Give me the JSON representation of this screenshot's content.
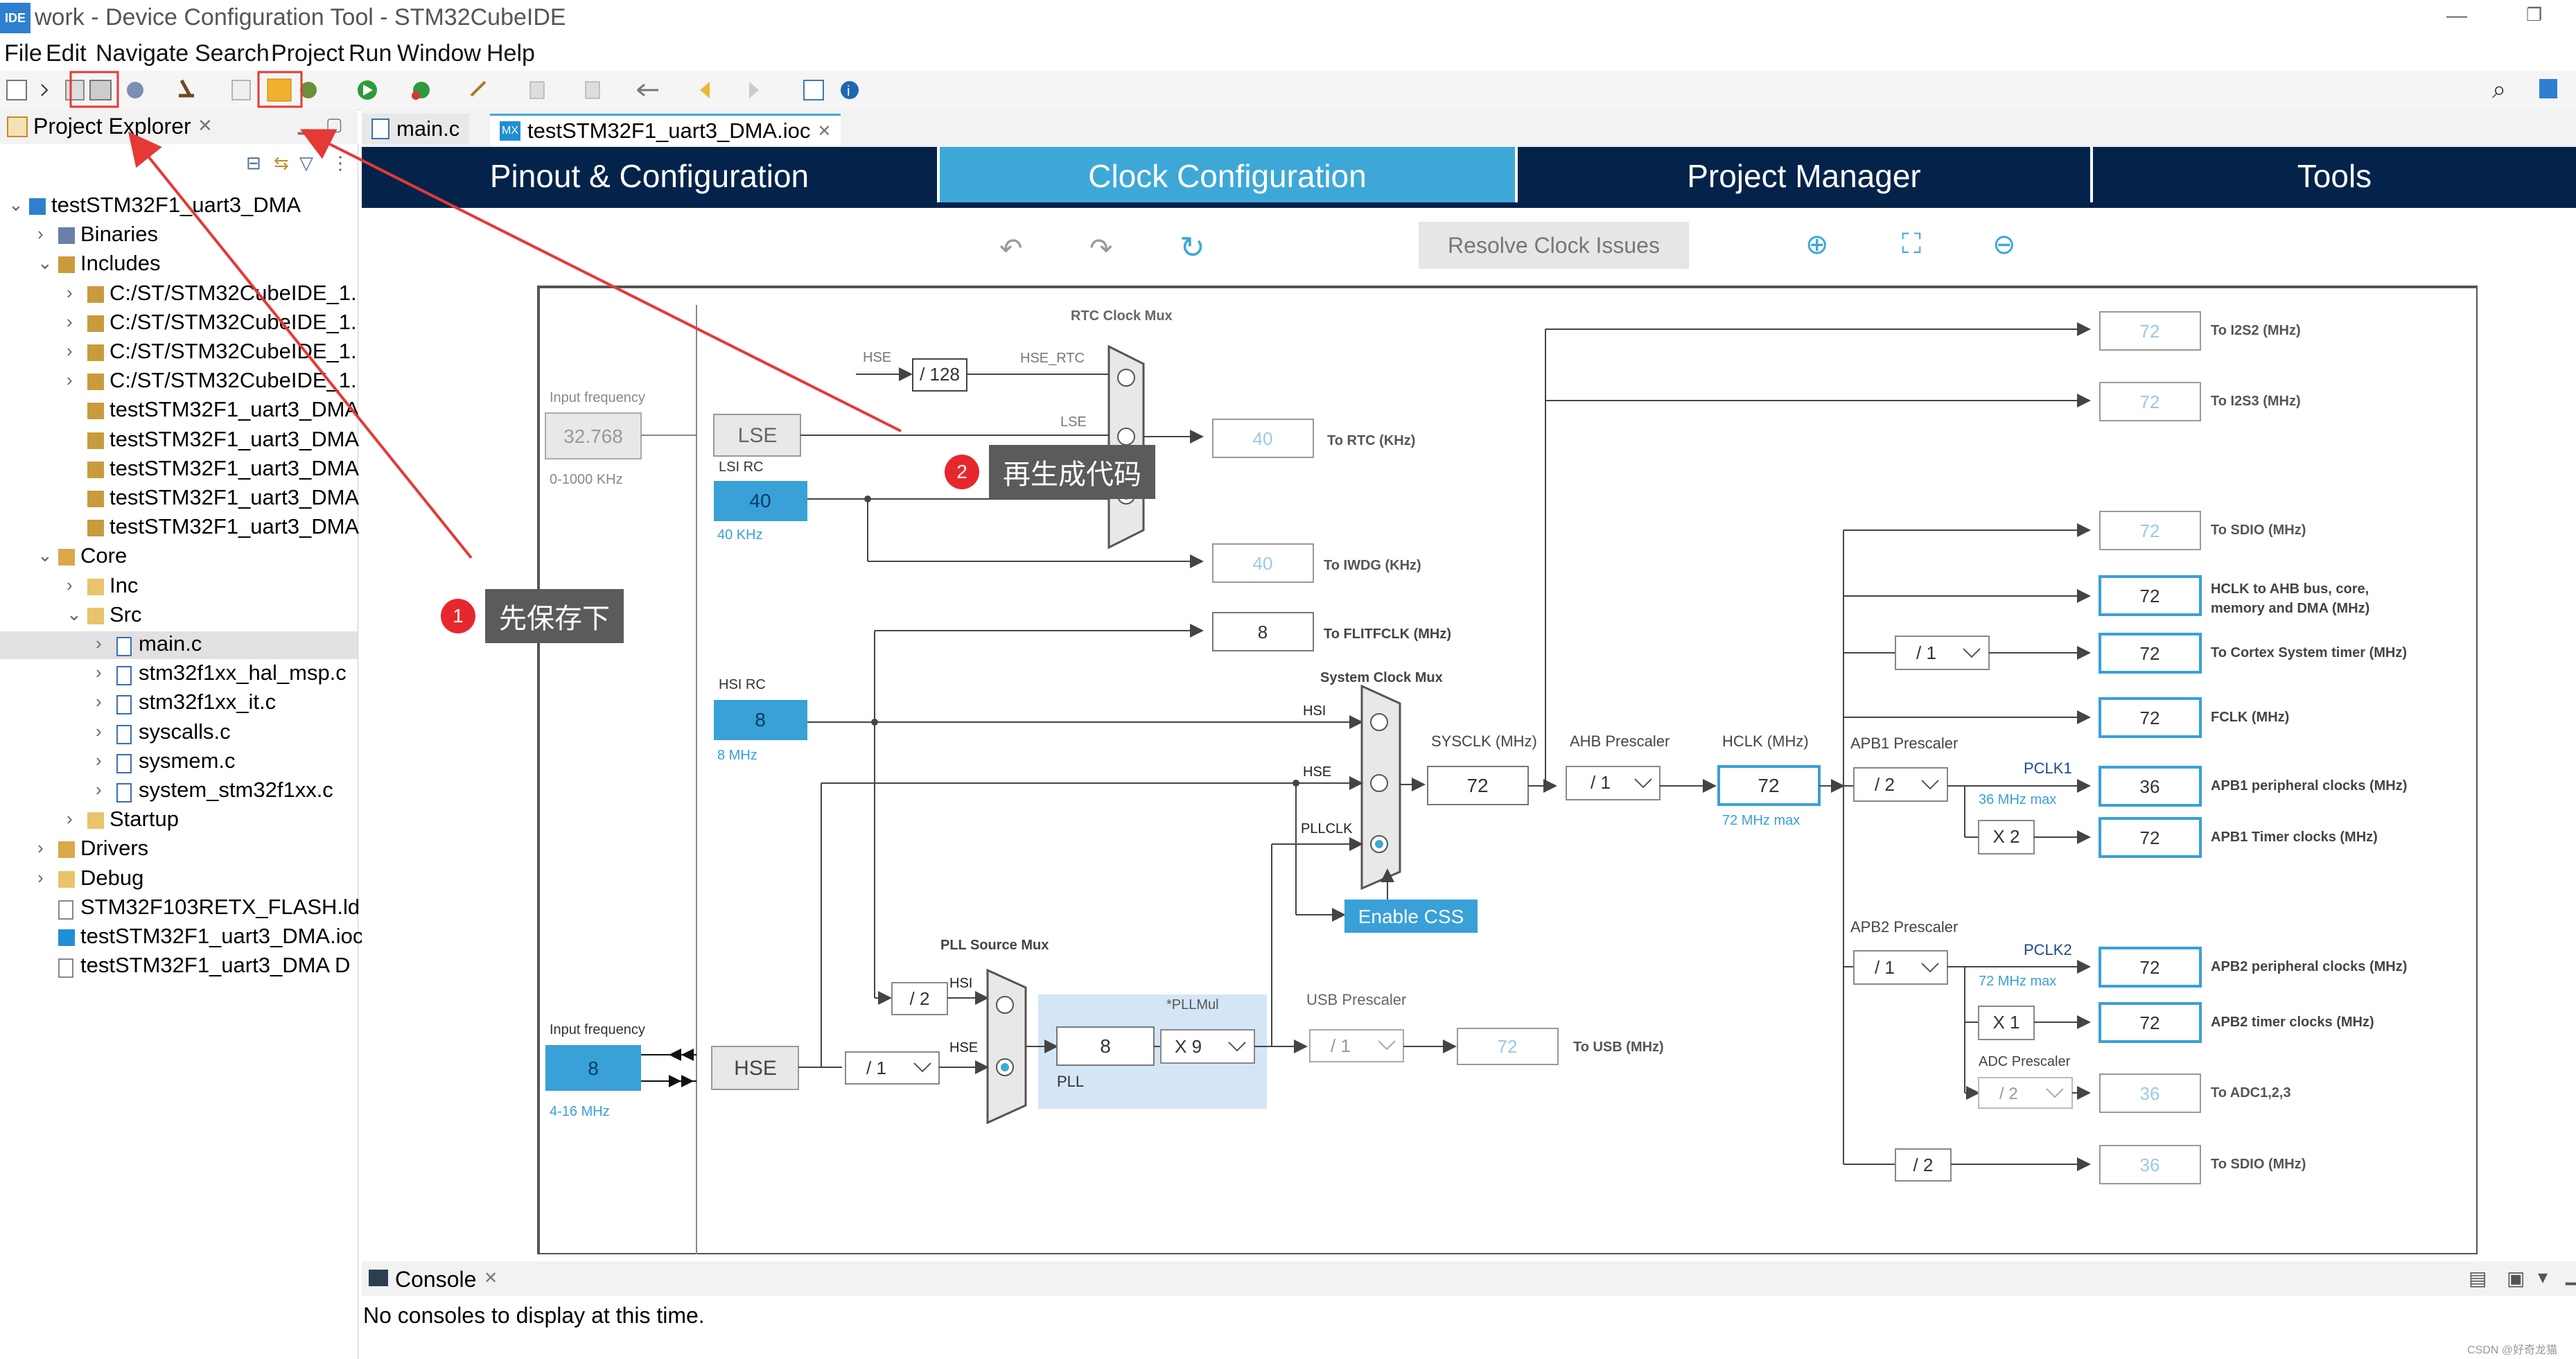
{
  "window": {
    "title": "work - Device Configuration Tool - STM32CubeIDE",
    "app_icon": "IDE"
  },
  "menu": [
    "File",
    "Edit",
    "Navigate",
    "Search",
    "Project",
    "Run",
    "Window",
    "Help"
  ],
  "explorer": {
    "tab_label": "Project Explorer",
    "tree": [
      {
        "label": "testSTM32F1_uart3_DMA",
        "icon": "ide-project-icon"
      },
      {
        "label": "Binaries",
        "icon": "binaries-icon"
      },
      {
        "label": "Includes",
        "icon": "includes-icon"
      },
      {
        "label": "C:/ST/STM32CubeIDE_1.",
        "icon": "include-folder-icon"
      },
      {
        "label": "C:/ST/STM32CubeIDE_1.",
        "icon": "include-folder-icon"
      },
      {
        "label": "C:/ST/STM32CubeIDE_1.",
        "icon": "include-folder-icon"
      },
      {
        "label": "C:/ST/STM32CubeIDE_1.",
        "icon": "include-folder-icon"
      },
      {
        "label": "testSTM32F1_uart3_DMA",
        "icon": "include-folder-icon"
      },
      {
        "label": "testSTM32F1_uart3_DMA",
        "icon": "include-folder-icon"
      },
      {
        "label": "testSTM32F1_uart3_DMA",
        "icon": "include-folder-icon"
      },
      {
        "label": "testSTM32F1_uart3_DMA",
        "icon": "include-folder-icon"
      },
      {
        "label": "testSTM32F1_uart3_DMA",
        "icon": "include-folder-icon"
      },
      {
        "label": "Core",
        "icon": "source-folder-icon"
      },
      {
        "label": "Inc",
        "icon": "folder-icon"
      },
      {
        "label": "Src",
        "icon": "folder-icon"
      },
      {
        "label": "main.c",
        "icon": "c-file-icon"
      },
      {
        "label": "stm32f1xx_hal_msp.c",
        "icon": "c-file-icon"
      },
      {
        "label": "stm32f1xx_it.c",
        "icon": "c-file-icon"
      },
      {
        "label": "syscalls.c",
        "icon": "c-file-icon"
      },
      {
        "label": "sysmem.c",
        "icon": "c-file-icon"
      },
      {
        "label": "system_stm32f1xx.c",
        "icon": "c-file-icon"
      },
      {
        "label": "Startup",
        "icon": "folder-icon"
      },
      {
        "label": "Drivers",
        "icon": "source-folder-icon"
      },
      {
        "label": "Debug",
        "icon": "folder-icon"
      },
      {
        "label": "STM32F103RETX_FLASH.ld",
        "icon": "file-icon"
      },
      {
        "label": "testSTM32F1_uart3_DMA.ioc",
        "icon": "mx-file-icon"
      },
      {
        "label": "testSTM32F1_uart3_DMA D",
        "icon": "file-icon"
      }
    ]
  },
  "editor_tabs": [
    {
      "label": "main.c",
      "icon": "c-file-icon"
    },
    {
      "label": "testSTM32F1_uart3_DMA.ioc",
      "icon": "mx-file-icon"
    }
  ],
  "nav_tabs": [
    "Pinout & Configuration",
    "Clock Configuration",
    "Project Manager",
    "Tools"
  ],
  "clock_toolbar": {
    "resolve": "Resolve Clock Issues"
  },
  "clock": {
    "rtc_mux": "RTC Clock Mux",
    "hse": "HSE",
    "hse_rtc": "HSE_RTC",
    "lse": "LSE",
    "div128": "/ 128",
    "input_freq": "Input frequency",
    "lse_value": "32.768",
    "lse_range": "0-1000 KHz",
    "lse_box": "LSE",
    "lsi_rc": "LSI RC",
    "lsi_value": "40",
    "lsi_khz": "40 KHz",
    "rtc_value": "40",
    "rtc_label": "To RTC (KHz)",
    "iwdg_value": "40",
    "iwdg_label": "To IWDG (KHz)",
    "flit_value": "8",
    "flit_label": "To FLITFCLK (MHz)",
    "hsi_rc": "HSI RC",
    "hsi_value": "8",
    "hsi_mhz": "8 MHz",
    "sys_mux": "System Clock Mux",
    "mux_hsi": "HSI",
    "mux_hse": "HSE",
    "mux_pll": "PLLCLK",
    "sysclk_label": "SYSCLK (MHz)",
    "sysclk_value": "72",
    "ahb_label": "AHB Prescaler",
    "ahb_value": "/ 1",
    "hclk_label": "HCLK (MHz)",
    "hclk_value": "72",
    "hclk_max": "72 MHz max",
    "enable_css": "Enable CSS",
    "pll_src_mux": "PLL Source Mux",
    "pll_div2": "/ 2",
    "pll_hsi": "HSI",
    "pll_hse": "HSE",
    "hse_input_freq": "Input frequency",
    "hse_value": "8",
    "hse_range": "4-16 MHz",
    "hse_box": "HSE",
    "hse_div": "/ 1",
    "pll_in": "8",
    "pllmul_label": "*PLLMul",
    "pllmul_value": "X 9",
    "pll_label": "PLL",
    "usb_label": "USB Prescaler",
    "usb_value": "/ 1",
    "usb_out": "72",
    "usb_out_label": "To USB (MHz)",
    "i2s2_value": "72",
    "i2s2_label": "To I2S2 (MHz)",
    "i2s3_value": "72",
    "i2s3_label": "To I2S3 (MHz)",
    "sdio_value": "72",
    "sdio_label": "To SDIO (MHz)",
    "hclk_ahb_value": "72",
    "hclk_ahb_label": "HCLK to AHB bus, core,",
    "hclk_ahb_label2": "memory and DMA (MHz)",
    "cortex_div": "/ 1",
    "cortex_value": "72",
    "cortex_label": "To Cortex System timer (MHz)",
    "fclk_value": "72",
    "fclk_label": "FCLK (MHz)",
    "apb1_label": "APB1 Prescaler",
    "apb1_value": "/ 2",
    "pclk1": "PCLK1",
    "apb1_max": "36 MHz max",
    "apb1_periph_value": "36",
    "apb1_periph_label": "APB1 peripheral clocks (MHz)",
    "apb1_x2": "X 2",
    "apb1_timer_value": "72",
    "apb1_timer_label": "APB1 Timer clocks (MHz)",
    "apb2_label": "APB2 Prescaler",
    "apb2_value": "/ 1",
    "pclk2": "PCLK2",
    "apb2_max": "72 MHz max",
    "apb2_periph_value": "72",
    "apb2_periph_label": "APB2 peripheral clocks (MHz)",
    "apb2_x1": "X 1",
    "apb2_timer_value": "72",
    "apb2_timer_label": "APB2 timer clocks (MHz)",
    "adc_label": "ADC Prescaler",
    "adc_value": "/ 2",
    "adc_out": "36",
    "adc_out_label": "To ADC1,2,3",
    "sdio2_div": "/ 2",
    "sdio2_value": "36",
    "sdio2_label": "To SDIO (MHz)"
  },
  "console": {
    "tab_label": "Console",
    "message": "No consoles to display at this time."
  },
  "annotations": [
    {
      "number": "1",
      "text": "先保存下"
    },
    {
      "number": "2",
      "text": "再生成代码"
    }
  ],
  "watermark": "CSDN @好奇龙猫",
  "colors": {
    "nav_bg": "#03234b",
    "nav_active": "#3da8d8",
    "clock_blue": "#39a0d8",
    "annot_red": "#e6282e"
  }
}
